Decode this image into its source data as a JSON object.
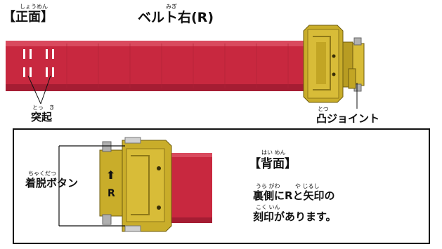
{
  "top": {
    "front_label": "【正面】",
    "front_ruby": "しょうめん",
    "title": "ベルト右(R)",
    "title_ruby": "みぎ",
    "protrusion_label": "突起",
    "protrusion_ruby": "とっ　き",
    "joint_label": "凸ジョイント",
    "joint_ruby": "とつ"
  },
  "panel": {
    "release_label": "着脱ボタン",
    "release_ruby": "ちゃくだつ",
    "arrow_glyph": "⬆",
    "r_mark": "R",
    "back_label": "【背面】",
    "back_ruby": "はい めん",
    "desc_line1": "裏側にRと矢印の",
    "desc_line1_ruby_a": "うら がわ",
    "desc_line1_ruby_b": "や じるし",
    "desc_line2": "刻印があります。",
    "desc_line2_ruby": "こく いん"
  },
  "colors": {
    "strap": "#c8283f",
    "strap_dark": "#a51d33",
    "buckle": "#c9ad2a",
    "buckle_dark": "#8e7818",
    "text": "#111111"
  }
}
